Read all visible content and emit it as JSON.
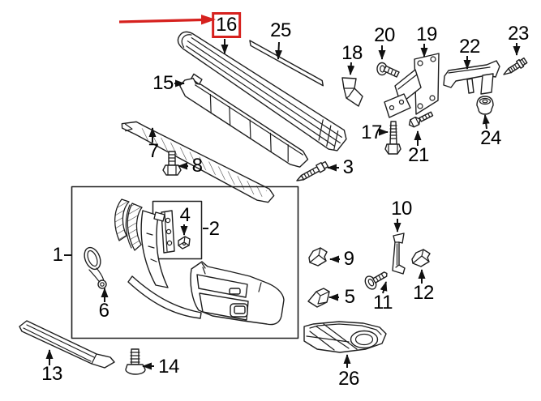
{
  "figure": {
    "background_color": "#ffffff",
    "line_color": "#1e1e1e",
    "highlight_color": "#d6211e",
    "annotation": {
      "highlighted_part": "16"
    },
    "callouts": [
      {
        "part": "16",
        "highlighted": true
      },
      {
        "part": "25",
        "highlighted": false
      },
      {
        "part": "15",
        "highlighted": false
      },
      {
        "part": "7",
        "highlighted": false
      },
      {
        "part": "8",
        "highlighted": false
      },
      {
        "part": "3",
        "highlighted": false
      },
      {
        "part": "18",
        "highlighted": false
      },
      {
        "part": "20",
        "highlighted": false
      },
      {
        "part": "19",
        "highlighted": false
      },
      {
        "part": "22",
        "highlighted": false
      },
      {
        "part": "23",
        "highlighted": false
      },
      {
        "part": "24",
        "highlighted": false
      },
      {
        "part": "17",
        "highlighted": false
      },
      {
        "part": "21",
        "highlighted": false
      },
      {
        "part": "1",
        "highlighted": false
      },
      {
        "part": "2",
        "highlighted": false
      },
      {
        "part": "4",
        "highlighted": false
      },
      {
        "part": "6",
        "highlighted": false
      },
      {
        "part": "13",
        "highlighted": false
      },
      {
        "part": "14",
        "highlighted": false
      },
      {
        "part": "9",
        "highlighted": false
      },
      {
        "part": "10",
        "highlighted": false
      },
      {
        "part": "11",
        "highlighted": false
      },
      {
        "part": "12",
        "highlighted": false
      },
      {
        "part": "5",
        "highlighted": false
      },
      {
        "part": "26",
        "highlighted": false
      }
    ]
  }
}
